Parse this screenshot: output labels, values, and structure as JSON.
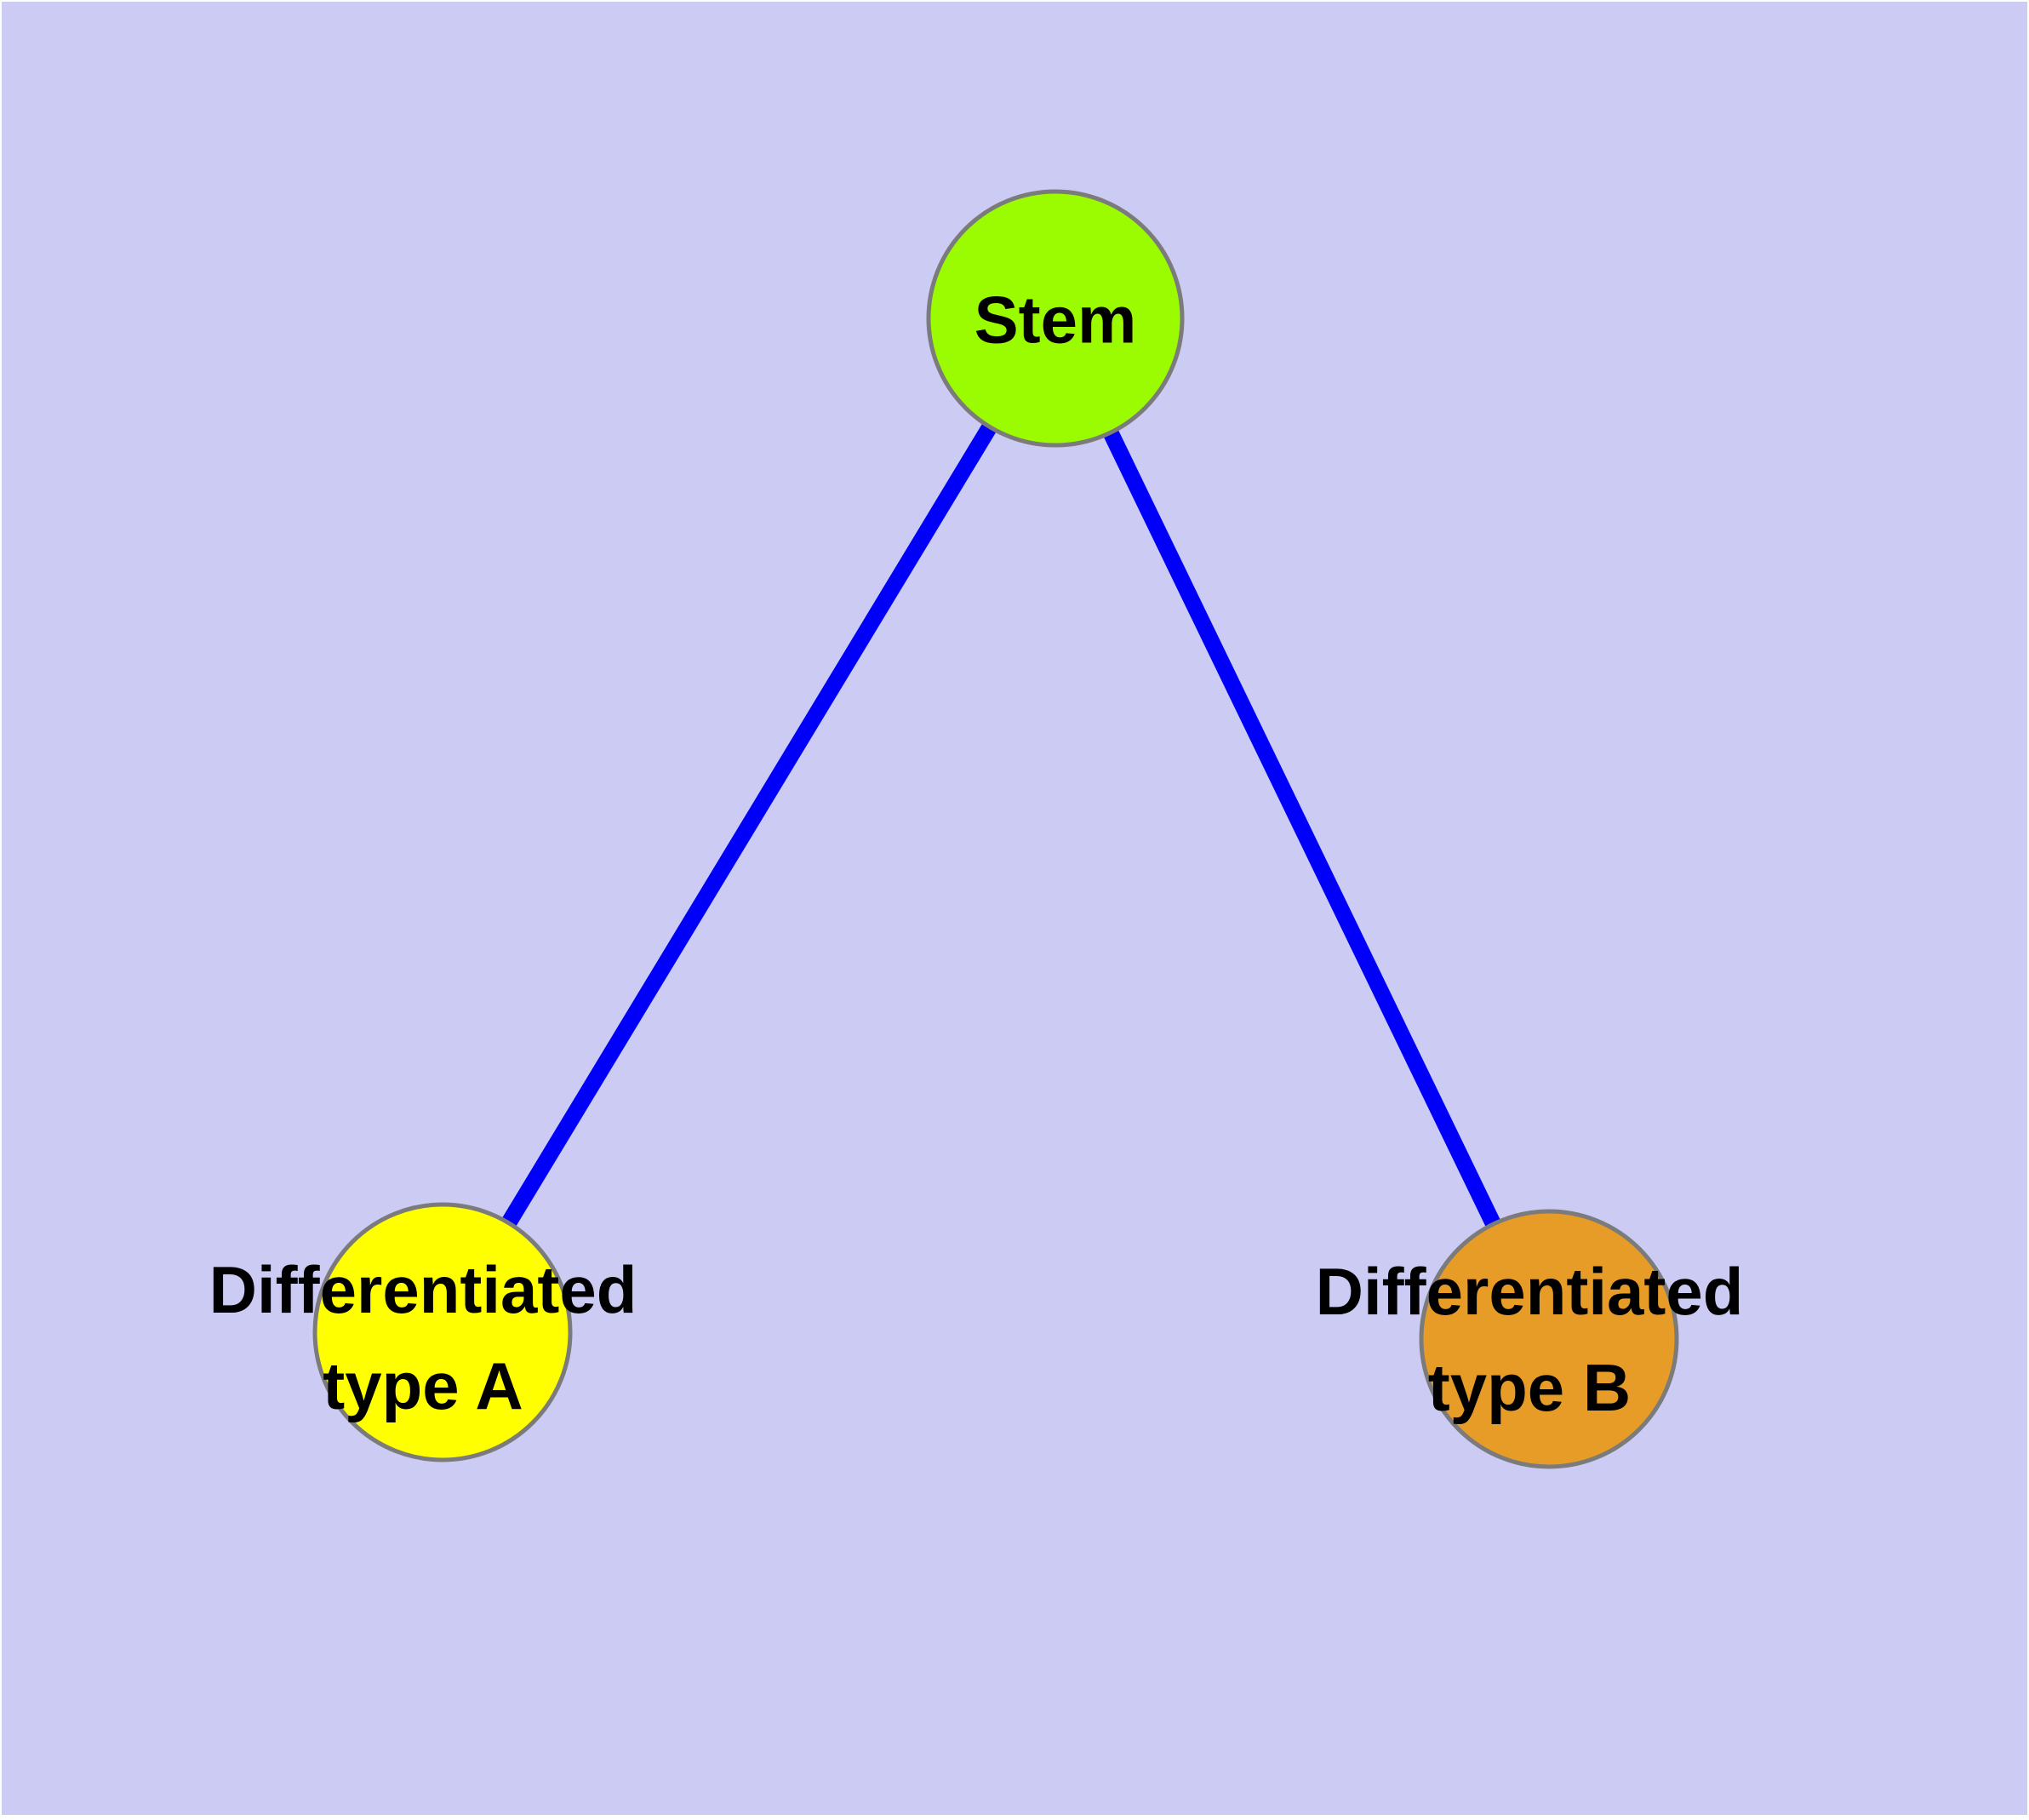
{
  "diagram": {
    "type": "node-link-graph",
    "nodes": [
      {
        "id": "stem",
        "label": "Stem",
        "fill": "#9BFB00"
      },
      {
        "id": "differentiated-type-a",
        "label": "Differentiated\ntype A",
        "fill": "#FFFF00"
      },
      {
        "id": "differentiated-type-b",
        "label": "Differentiated\ntype B",
        "fill": "#E89C28"
      }
    ],
    "edges": [
      {
        "from": "stem",
        "to": "differentiated-type-a"
      },
      {
        "from": "stem",
        "to": "differentiated-type-b"
      }
    ],
    "colors": {
      "background": "#CBCBF4",
      "node_border": "#7B7B7B",
      "edge": "#0000FA",
      "label_text": "#000000"
    }
  }
}
